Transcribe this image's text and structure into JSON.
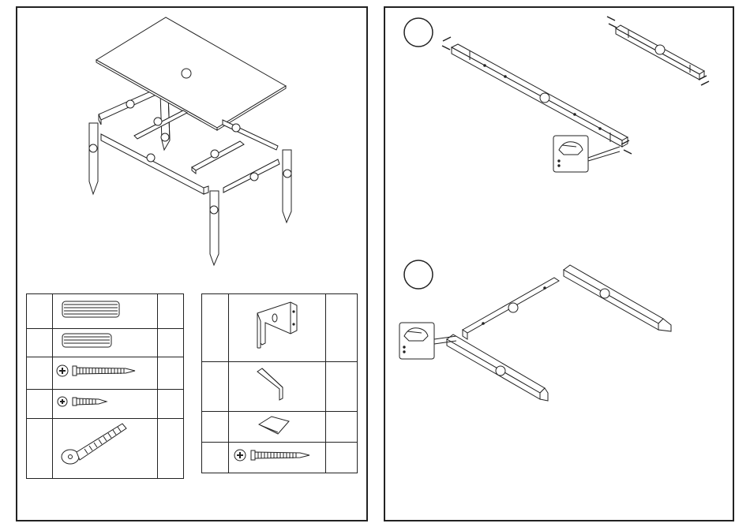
{
  "document": {
    "type": "assembly-instructions",
    "pages": 2
  },
  "left_page": {
    "exploded_view": {
      "part_labels": []
    },
    "hardware_table_a": {
      "rows": [
        {
          "icon": "large-dowel-icon",
          "label": "",
          "qty": ""
        },
        {
          "icon": "small-dowel-icon",
          "label": "",
          "qty": ""
        },
        {
          "icon": "long-screw-icon",
          "label": "",
          "qty": ""
        },
        {
          "icon": "short-screw-icon",
          "label": "",
          "qty": ""
        },
        {
          "icon": "bolt-icon",
          "label": "",
          "qty": ""
        }
      ]
    },
    "hardware_table_b": {
      "rows": [
        {
          "icon": "corner-bracket-icon",
          "label": "",
          "qty": ""
        },
        {
          "icon": "allen-key-icon",
          "label": "",
          "qty": ""
        },
        {
          "icon": "glue-packet-icon",
          "label": "",
          "qty": ""
        },
        {
          "icon": "screw-icon",
          "label": "",
          "qty": ""
        }
      ]
    }
  },
  "right_page": {
    "steps": [
      {
        "number": "",
        "icon": "rail-dowel-assembly"
      },
      {
        "number": "",
        "icon": "leg-rail-assembly"
      }
    ]
  },
  "colors": {
    "line": "#222222",
    "background": "#ffffff"
  }
}
